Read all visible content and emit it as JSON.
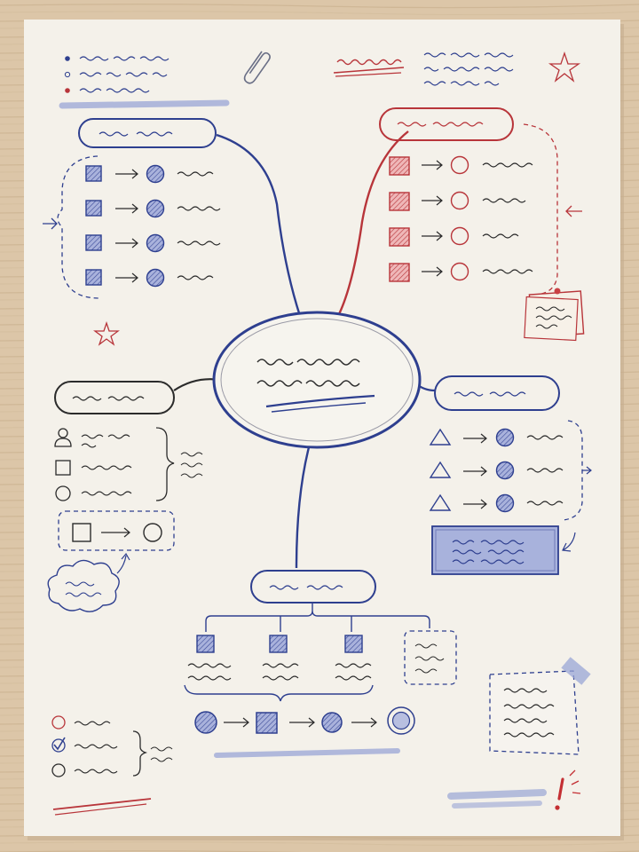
{
  "colors": {
    "desk": "#dcc6a8",
    "paper": "#f4f1ea",
    "blue_ink": "#2e3f8f",
    "red_ink": "#b8353a",
    "black_ink": "#2b2b2b",
    "blue_highlight": "#9aa6d6",
    "red_fill": "#e3a3a5"
  },
  "icons": [
    "paperclip-icon",
    "star-doodle-icon",
    "person-icon",
    "checkbox-checked-icon",
    "exclamation-icon",
    "arrow-icon",
    "cloud-icon",
    "sticky-note-icon",
    "tape-icon"
  ],
  "diagram": {
    "type": "hand-drawn mind map",
    "text_legible": false,
    "branches": [
      {
        "id": "top-left",
        "ink": "blue",
        "rows": 4,
        "row_pattern": "square-arrow-circle-scribble"
      },
      {
        "id": "top-right",
        "ink": "red",
        "rows": 4,
        "row_pattern": "square-arrow-circle-scribble"
      },
      {
        "id": "middle-left",
        "ink": "black",
        "rows": 3,
        "row_pattern": "icon-scribble"
      },
      {
        "id": "middle-right",
        "ink": "blue",
        "rows": 3,
        "row_pattern": "triangle-arrow-circle-scribble"
      },
      {
        "id": "bottom",
        "ink": "blue",
        "children": 3,
        "flow_steps": 4
      }
    ]
  }
}
